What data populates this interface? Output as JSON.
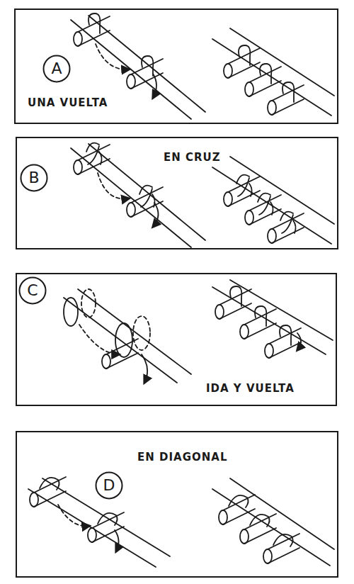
{
  "diagram": {
    "nodes": [
      {
        "text": [
          "UNA VUELTA"
        ]
      },
      {
        "text": [
          "A"
        ],
        "in": 0
      },
      {
        "text": [
          "EN CRUZ"
        ]
      },
      {
        "text": [
          "B"
        ],
        "in": 2
      },
      {
        "text": [
          "IDA Y VUELTA"
        ]
      },
      {
        "text": [
          "C"
        ],
        "in": 4
      },
      {
        "text": [
          "EN DIAGONAL"
        ]
      },
      {
        "text": [
          "D"
        ],
        "in": 6
      }
    ]
  }
}
